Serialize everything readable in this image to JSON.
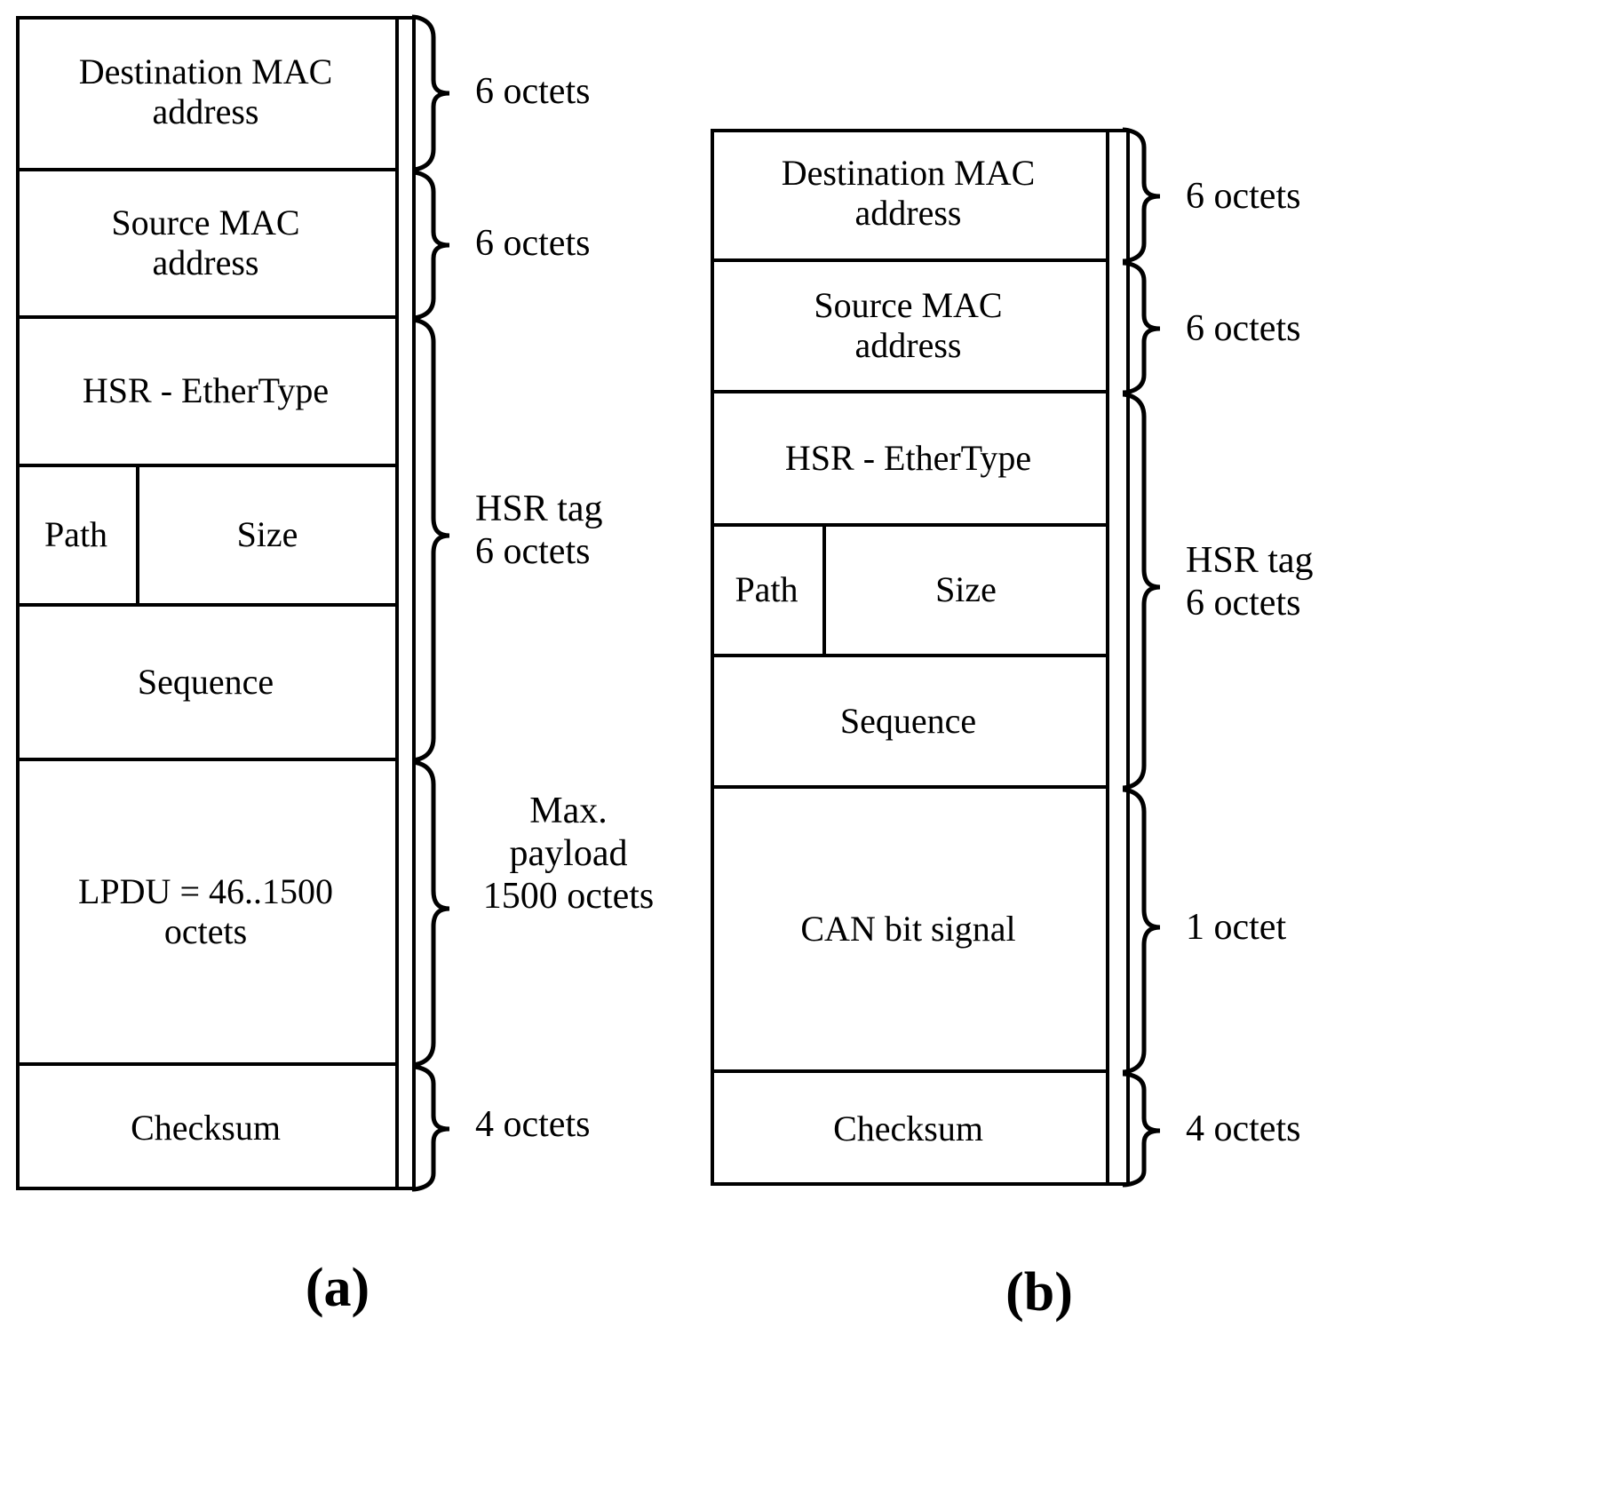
{
  "figure": {
    "panels": [
      {
        "id": "a",
        "caption": "(a)",
        "fields": [
          {
            "label": "Destination MAC\naddress"
          },
          {
            "label": "Source MAC\naddress"
          },
          {
            "label": "HSR - EtherType"
          },
          {
            "label_left": "Path",
            "label_right": "Size"
          },
          {
            "label": "Sequence"
          },
          {
            "label": "LPDU = 46..1500\noctets"
          },
          {
            "label": "Checksum"
          }
        ],
        "annotations": [
          {
            "text": "6 octets"
          },
          {
            "text": "6 octets"
          },
          {
            "text": "HSR tag\n6 octets"
          },
          {
            "text": "Max.\npayload\n1500 octets"
          },
          {
            "text": "4 octets"
          }
        ]
      },
      {
        "id": "b",
        "caption": "(b)",
        "fields": [
          {
            "label": "Destination MAC\naddress"
          },
          {
            "label": "Source MAC\naddress"
          },
          {
            "label": "HSR - EtherType"
          },
          {
            "label_left": "Path",
            "label_right": "Size"
          },
          {
            "label": "Sequence"
          },
          {
            "label": "CAN bit signal"
          },
          {
            "label": "Checksum"
          }
        ],
        "annotations": [
          {
            "text": "6 octets"
          },
          {
            "text": "6 octets"
          },
          {
            "text": "HSR tag\n6 octets"
          },
          {
            "text": "1 octet"
          },
          {
            "text": "4 octets"
          }
        ]
      }
    ],
    "colors": {
      "stroke": "#000000",
      "background": "#ffffff"
    }
  }
}
